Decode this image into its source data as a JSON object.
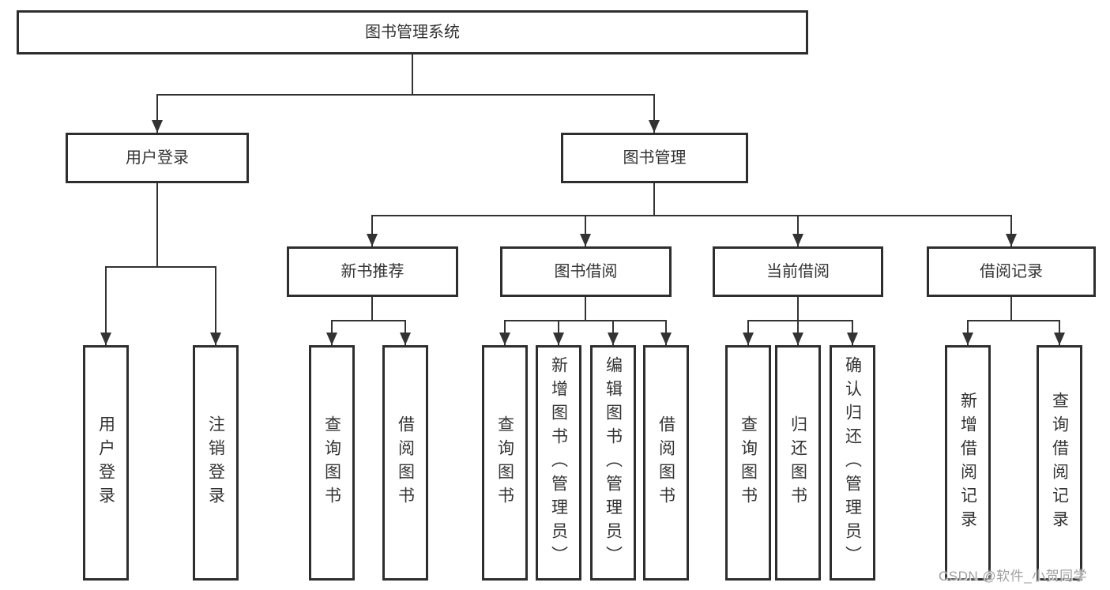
{
  "nodes": {
    "root": "图书管理系统",
    "l2": [
      "用户登录",
      "图书管理"
    ],
    "l3": [
      "新书推荐",
      "图书借阅",
      "当前借阅",
      "借阅记录"
    ],
    "leaves": [
      "用户登录",
      "注销登录",
      "查询图书",
      "借阅图书",
      "查询图书",
      "新增图书（管理员）",
      "编辑图书（管理员）",
      "借阅图书",
      "查询图书",
      "归还图书",
      "确认归还（管理员）",
      "新增借阅记录",
      "查询借阅记录"
    ]
  },
  "watermark": "CSDN @软件_小贺同学",
  "colors": {
    "line": "#333333",
    "box_border": "#2e2e2e",
    "text": "#333333",
    "watermark_text": "#a0a0a0",
    "background": "#ffffff"
  }
}
